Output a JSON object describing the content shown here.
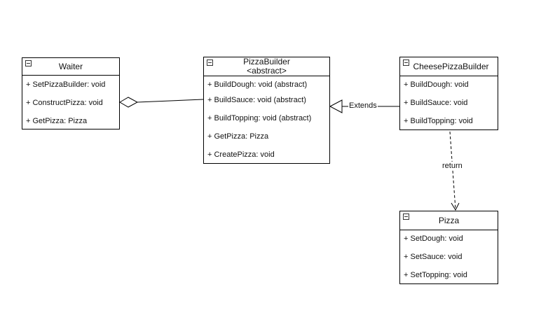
{
  "classes": {
    "waiter": {
      "name": "Waiter",
      "members": [
        "+ SetPizzaBuilder: void",
        "+ ConstructPizza: void",
        "+ GetPizza: Pizza"
      ]
    },
    "pizza_builder": {
      "name": "PizzaBuilder",
      "stereotype": "<abstract>",
      "members": [
        "+ BuildDough: void (abstract)",
        "+ BuildSauce: void (abstract)",
        "+ BuildTopping: void (abstract)",
        "+ GetPizza: Pizza",
        "+ CreatePizza: void"
      ]
    },
    "cheese_pizza_builder": {
      "name": "CheesePizzaBuilder",
      "members": [
        "+ BuildDough: void",
        "+ BuildSauce: void",
        "+ BuildTopping: void"
      ]
    },
    "pizza": {
      "name": "Pizza",
      "members": [
        "+ SetDough: void",
        "+ SetSauce: void",
        "+ SetTopping: void"
      ]
    }
  },
  "relationships": {
    "aggregation": {
      "from": "Waiter",
      "to": "PizzaBuilder",
      "type": "aggregation"
    },
    "inheritance": {
      "from": "CheesePizzaBuilder",
      "to": "PizzaBuilder",
      "type": "generalization",
      "label": "Extends"
    },
    "dependency": {
      "from": "CheesePizzaBuilder",
      "to": "Pizza",
      "type": "dependency",
      "label": "return"
    }
  },
  "colors": {
    "line": "#000000",
    "background": "#ffffff"
  },
  "icons": {
    "collapse": "minus-box-icon"
  }
}
